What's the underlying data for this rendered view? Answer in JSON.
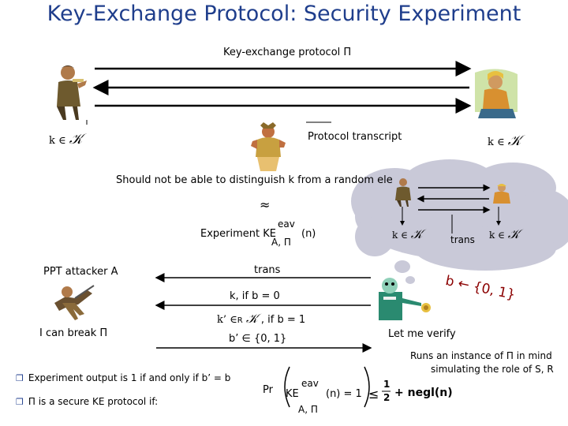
{
  "title": "Key-Exchange Protocol: Security Experiment",
  "protocol_label": "Key-exchange protocol Π",
  "k_in_left": "k ∈",
  "k_in_right": "k ∈",
  "keyspace_symbol": "𝒦",
  "transcript_label": "Protocol transcript",
  "distinguish_text": "Should not be able to distinguish k from a random ele",
  "approx": "≈",
  "experiment": {
    "name": "Experiment KE",
    "sup": "eav",
    "sub": "A, Π",
    "arg": "(n)"
  },
  "attacker_label": "PPT attacker A",
  "trans_label": "trans",
  "k_if_b0": "k, if b = 0",
  "k_prime": "k’ ∈",
  "k_prime_sub": "R",
  "if_b1": ", if b = 1",
  "b_prime": "b’ ∈ {0, 1}",
  "break_label": "I can break Π",
  "verify_label": "Let me verify",
  "challenger_bit": "b ← {0, 1}",
  "cloud": {
    "k_in_left": "k ∈",
    "k_in_right": "k ∈",
    "trans": "trans"
  },
  "runs_instance": {
    "line1": "Runs an instance of Π in mind",
    "line2": "simulating the role of S, R"
  },
  "bullets": [
    "Experiment output is 1 if and only if b’ = b",
    "Π is a secure KE protocol if:"
  ],
  "formula": {
    "pr": "Pr",
    "ke": "KE",
    "sup": "eav",
    "sub": "A, Π",
    "rhs": "(n) = 1",
    "leq": "≤",
    "half_num": "1",
    "half_den": "2",
    "plus_negl": "+ negl(n)"
  },
  "colors": {
    "title": "#1f3e8c",
    "cloud": "#c8c8d8",
    "bit_text": "#8b0000"
  }
}
